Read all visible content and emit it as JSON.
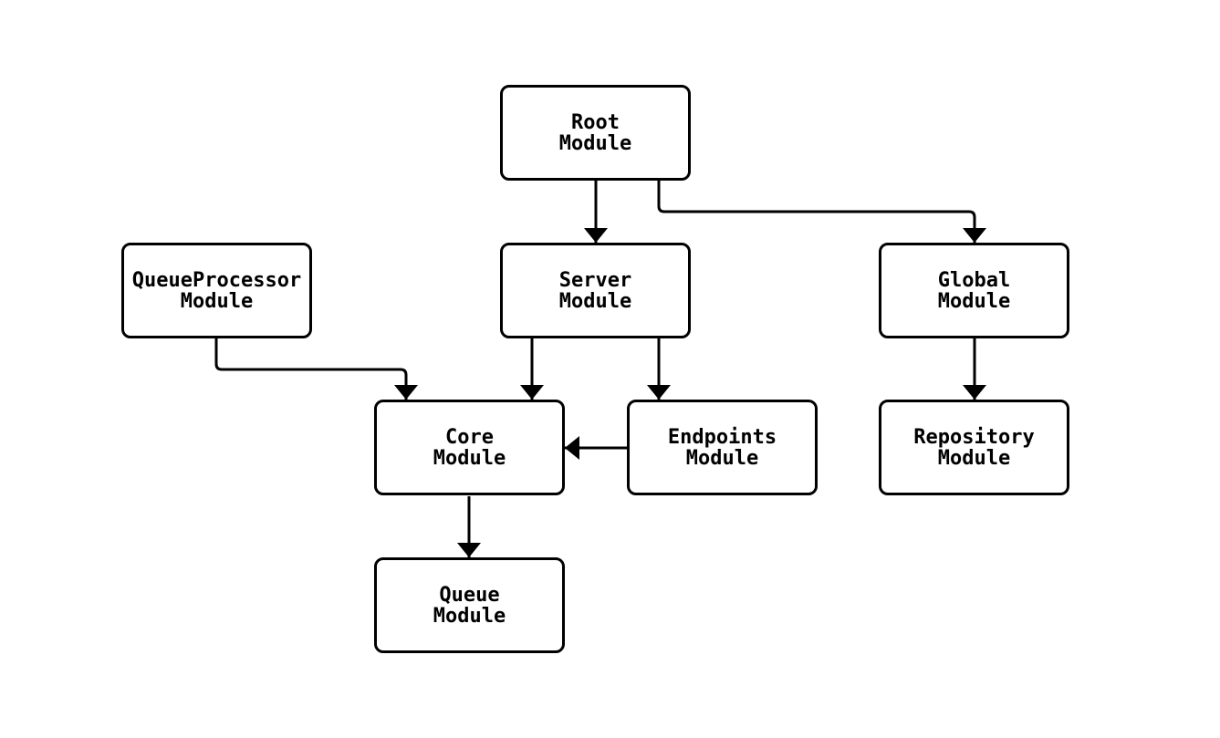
{
  "diagram": {
    "type": "flowchart",
    "nodes": [
      {
        "id": "root",
        "label": "Root\nModule"
      },
      {
        "id": "server",
        "label": "Server\nModule"
      },
      {
        "id": "global",
        "label": "Global\nModule"
      },
      {
        "id": "queueprocessor",
        "label": "QueueProcessor\nModule"
      },
      {
        "id": "core",
        "label": "Core\nModule"
      },
      {
        "id": "endpoints",
        "label": "Endpoints\nModule"
      },
      {
        "id": "repository",
        "label": "Repository\nModule"
      },
      {
        "id": "queue",
        "label": "Queue\nModule"
      }
    ],
    "edges": [
      {
        "from": "root",
        "to": "server"
      },
      {
        "from": "root",
        "to": "global"
      },
      {
        "from": "queueprocessor",
        "to": "core"
      },
      {
        "from": "server",
        "to": "core"
      },
      {
        "from": "server",
        "to": "endpoints"
      },
      {
        "from": "endpoints",
        "to": "core"
      },
      {
        "from": "global",
        "to": "repository"
      },
      {
        "from": "core",
        "to": "queue"
      }
    ],
    "colors": {
      "stroke": "#000000",
      "node_fill": "#ffffff",
      "background": "#ffffff",
      "text": "#000000"
    }
  }
}
